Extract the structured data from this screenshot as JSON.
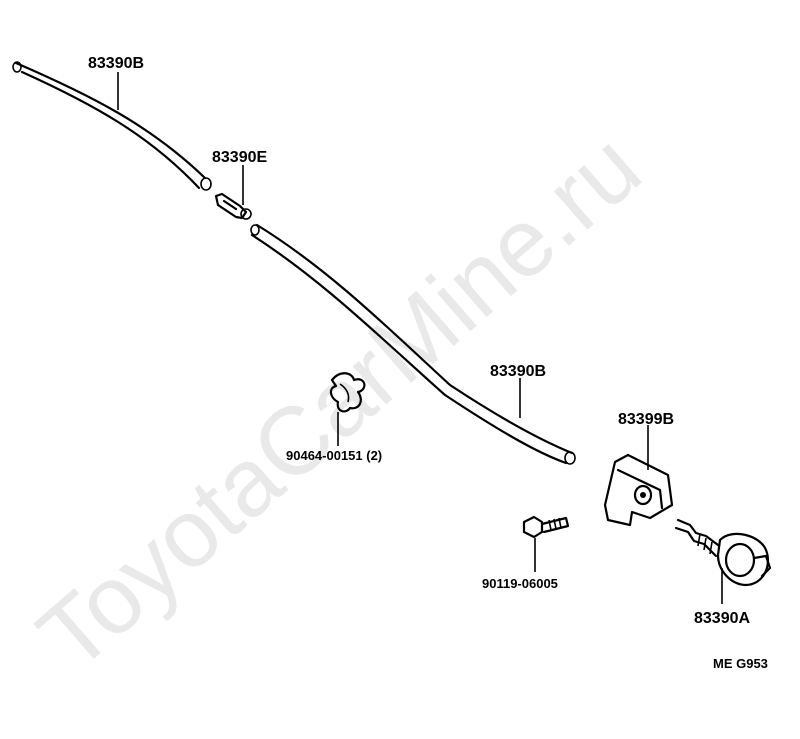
{
  "watermark": "ToyotaCarMine.ru",
  "labels": {
    "hose_upper": "83390B",
    "joint": "83390E",
    "hose_lower": "83390B",
    "clamp": "90464-00151 (2)",
    "bracket": "83399B",
    "bolt": "90119-06005",
    "sender": "83390A"
  },
  "figure_code": "ME  G953"
}
